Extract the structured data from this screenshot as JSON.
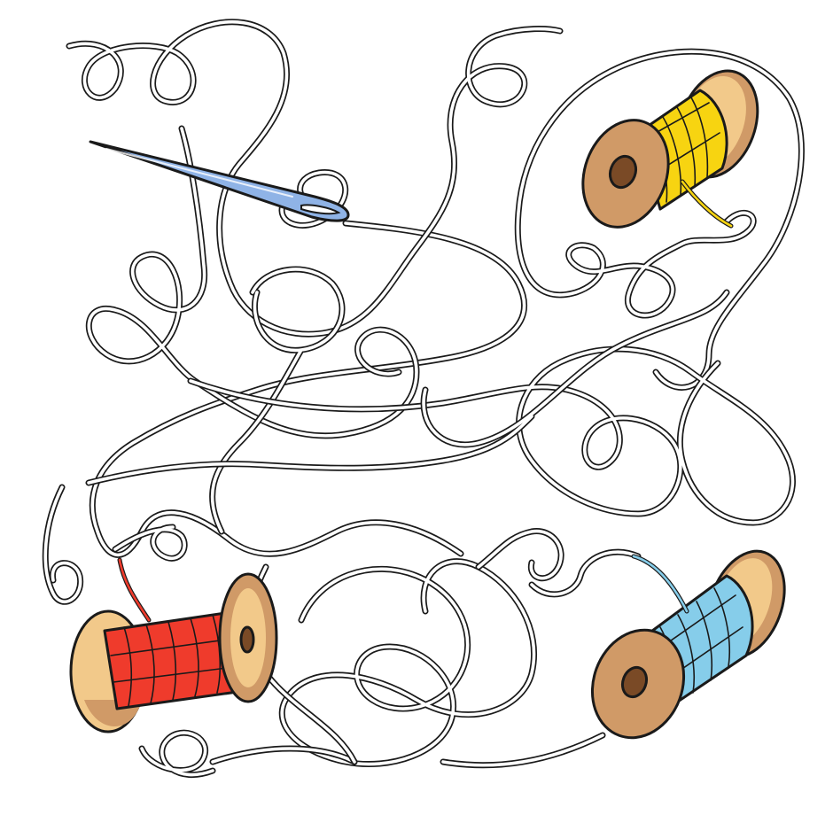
{
  "puzzle": {
    "type": "thread-maze",
    "start": "needle",
    "endpoints": [
      "yellow-spool",
      "red-spool",
      "blue-spool"
    ]
  },
  "colors": {
    "background": "#ffffff",
    "outline": "#1a1a1a",
    "needle": "#8fb3e6",
    "spool_wood_light": "#f2c98a",
    "spool_wood_dark": "#d09a67",
    "spool_hole": "#7a4a26",
    "thread_yellow": "#f7d411",
    "thread_red": "#ef3b2c",
    "thread_blue": "#86cdea"
  },
  "spools": [
    {
      "id": "yellow",
      "thread_color": "#f7d411"
    },
    {
      "id": "red",
      "thread_color": "#ef3b2c"
    },
    {
      "id": "blue",
      "thread_color": "#86cdea"
    }
  ]
}
